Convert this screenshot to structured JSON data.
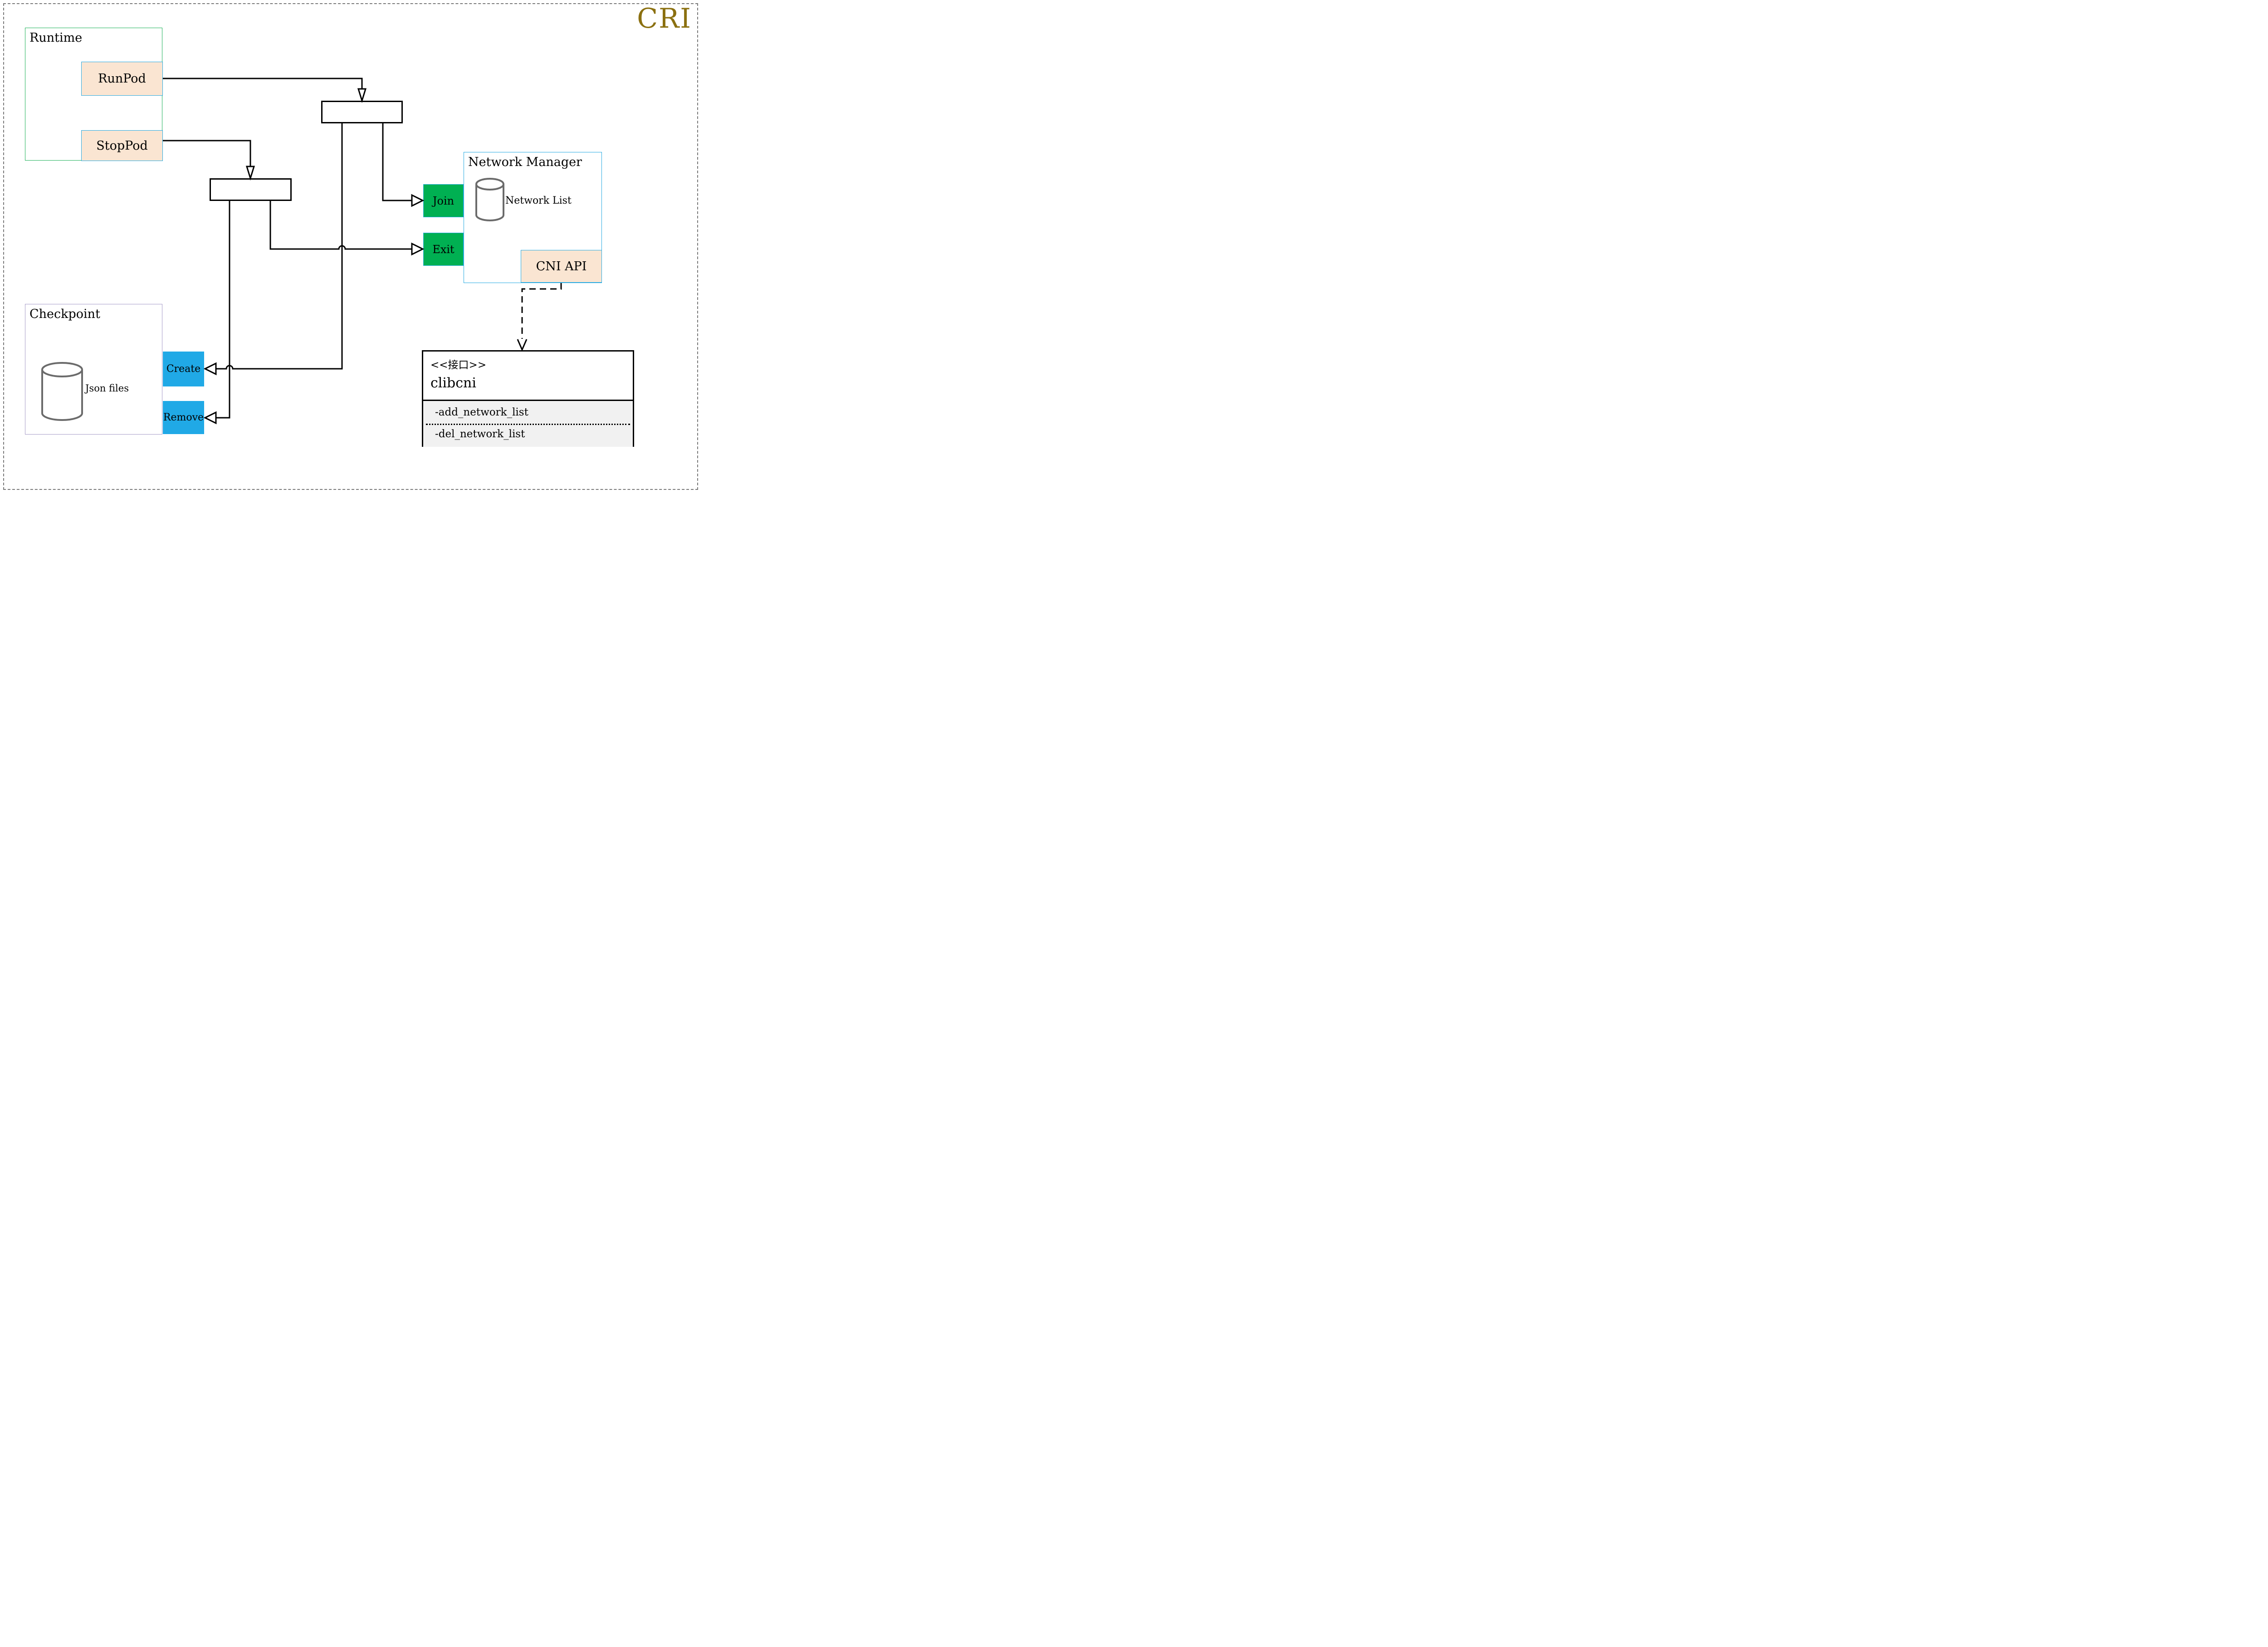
{
  "page": {
    "title": "CRI",
    "title_color": "#8B7010",
    "border_style": "dashed"
  },
  "runtime": {
    "label": "Runtime",
    "run_pod_label": "RunPod",
    "stop_pod_label": "StopPod"
  },
  "network_manager": {
    "label": "Network Manager",
    "network_list_label": "Network List",
    "join_label": "Join",
    "exit_label": "Exit",
    "cni_api_label": "CNI API"
  },
  "checkpoint": {
    "label": "Checkpoint",
    "json_files_label": "Json files",
    "create_label": "Create",
    "remove_label": "Remove"
  },
  "clibcni": {
    "stereotype": "<<接口>>",
    "name": "clibcni",
    "methods": [
      "-add_network_list",
      "-del_network_list"
    ]
  },
  "icons": {
    "database": "cylinder"
  },
  "colors": {
    "runtime_border": "#21B35B",
    "network_manager_border": "#29ABE2",
    "checkpoint_border": "#A79CC8",
    "peach_fill": "#FAE5D2",
    "peach_border": "#29ABE2",
    "green_fill": "#00B052",
    "cyan_fill": "#20A9E6",
    "title_color": "#8B7010",
    "line_color": "#000000",
    "uml_attr_fill": "#F1F1F1",
    "cylinder_stroke": "#6B6B6B"
  }
}
